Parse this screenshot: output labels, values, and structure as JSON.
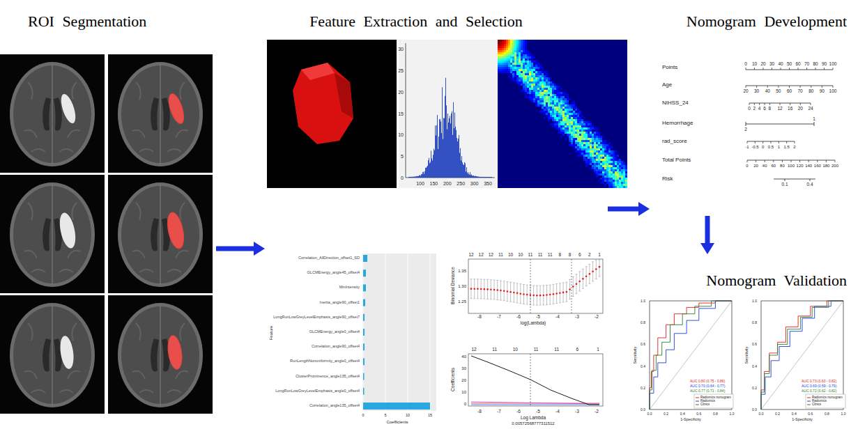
{
  "diagram": {
    "nodes": [
      {
        "text": [
          "ROI Segmentation"
        ]
      },
      {
        "text": [
          "Feature Extraction and Selection"
        ]
      },
      {
        "text": [
          "Nomogram Development"
        ]
      },
      {
        "text": [
          "Nomogram Validation"
        ]
      }
    ],
    "edges": [
      {
        "from": 0,
        "to": 1,
        "arrow": "to"
      },
      {
        "from": 1,
        "to": 2,
        "arrow": "to"
      },
      {
        "from": 2,
        "to": 3,
        "arrow": "to"
      }
    ],
    "labels": [
      "0",
      "5",
      "10",
      "15",
      "20",
      "25",
      "30",
      "100",
      "150",
      "200",
      "250",
      "300",
      "350",
      "Points",
      "0",
      "10",
      "20",
      "30",
      "40",
      "50",
      "60",
      "70",
      "80",
      "90",
      "100",
      "Age",
      "20",
      "30",
      "40",
      "50",
      "60",
      "70",
      "80",
      "90",
      "100",
      "NIHSS_24",
      "0",
      "2",
      "4",
      "6",
      "8",
      "12",
      "16",
      "20",
      "24",
      "Hemorrhage",
      "1",
      "2",
      "rad_score",
      "-1",
      "-0.5",
      "0",
      "0.5",
      "1",
      "1.5",
      "2",
      "Total Points",
      "0",
      "20",
      "40",
      "60",
      "80",
      "100",
      "120",
      "140",
      "160",
      "180",
      "200",
      "Risk",
      "0.1",
      "0.4",
      "Correlation_AllDirection_offset1_SD",
      "GLCMEnergy_angle45_offset4",
      "MinIntensity",
      "Inertia_angle90_offset1",
      "LongRunLowGreyLevelEmphasis_angle90_offset7",
      "GLCMEnergy_angle0_offset4",
      "Correlation_angle90_offset4",
      "RunLengthNonuniformity_angle0_offset4",
      "ClusterProminence_angle135_offset4",
      "LongRunLowGreyLevelEmphasis_angle0_offset4",
      "Correlation_angle135_offset4",
      "Feature",
      "0",
      "5",
      "10",
      "15",
      "Coefficients",
      "12",
      "12",
      "12",
      "11",
      "10",
      "10",
      "11",
      "11",
      "11",
      "8",
      "8",
      "6",
      "2",
      "1",
      "1.35",
      "1.30",
      "1.25",
      "Binomial Deviance",
      "-8",
      "-7",
      "-6",
      "-5",
      "-4",
      "-3",
      "-2",
      "log(Lambda)",
      "12",
      "11",
      "10",
      "11",
      "11",
      "6",
      "1",
      "40",
      "30",
      "20",
      "10",
      "0",
      "Coefficients",
      "-8",
      "-7",
      "-6",
      "-5",
      "-4",
      "-3",
      "-2",
      "Log Lambda",
      "0.00572568777311512",
      "Sensitivity",
      "0.0",
      "0.2",
      "0.4",
      "0.6",
      "0.8",
      "1.0",
      "0.0",
      "0.2",
      "0.4",
      "0.6",
      "0.8",
      "1.0",
      "1-Specificity",
      "AUC 0.80 (0.75 - 0.86)",
      "AUC 0.70 (0.64 - 0.77)",
      "AUC 0.77 (0.71 - 0.84)",
      "Sensitivity",
      "0.0",
      "0.2",
      "0.4",
      "0.6",
      "0.8",
      "1.0",
      "0.0",
      "0.2",
      "0.4",
      "0.6",
      "0.8",
      "1.0",
      "1-Specificity",
      "AUC 0.73 (0.63 - 0.82)",
      "AUC 0.69 (0.59 - 0.79)",
      "AUC 0.72 (0.62 - 0.82)"
    ],
    "legend": [
      {
        "text": "Radiomics nomogram"
      },
      {
        "text": "Radiomics"
      },
      {
        "text": "Clinics"
      },
      {
        "text": "Radiomics nomogram"
      },
      {
        "text": "Radiomics"
      },
      {
        "text": "Clinics"
      }
    ]
  }
}
